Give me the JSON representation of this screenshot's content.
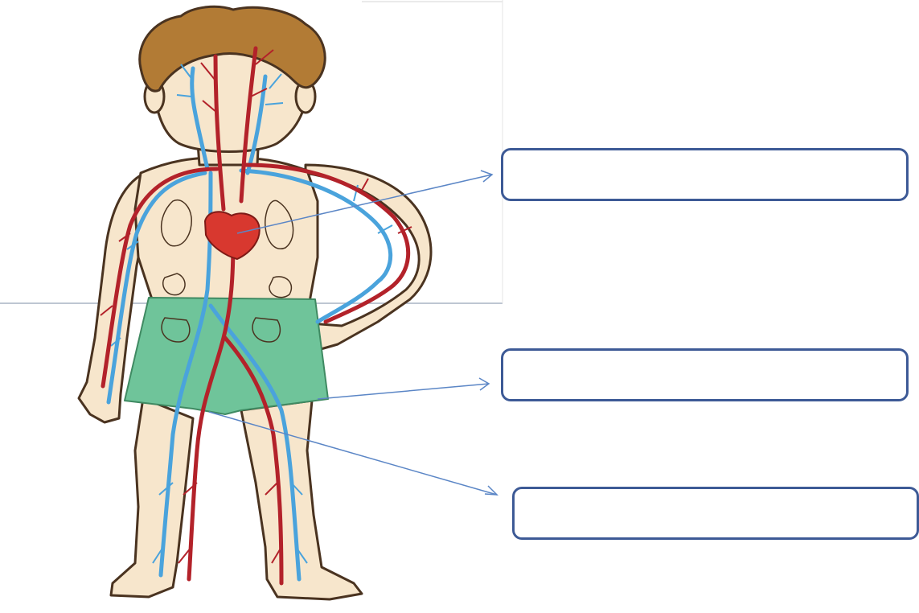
{
  "diagram": {
    "colors": {
      "skin": "#f7e6cc",
      "outline": "#4a3320",
      "hair": "#b27b35",
      "artery": "#b3222a",
      "vein": "#4aa3dc",
      "heart": "#d8382f",
      "shorts": "#6fc49a",
      "pointer": "#5b86c6",
      "box_border": "#3d5a96"
    },
    "label_boxes": [
      {
        "id": "heart",
        "text": ""
      },
      {
        "id": "arteries",
        "text": ""
      },
      {
        "id": "veins",
        "text": ""
      }
    ]
  }
}
